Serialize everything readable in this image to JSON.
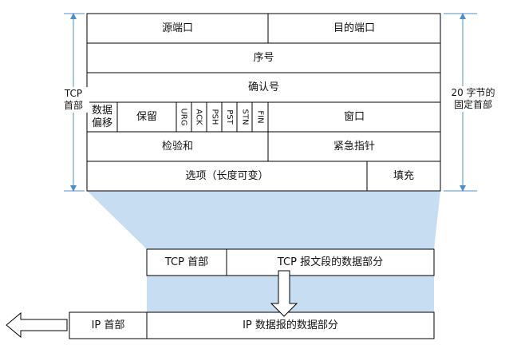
{
  "header_table": {
    "row1": {
      "source_port": "源端口",
      "dest_port": "目的端口"
    },
    "row2": {
      "sequence": "序号"
    },
    "row3": {
      "ack_number": "确认号"
    },
    "row4": {
      "data_offset_line1": "数据",
      "data_offset_line2": "偏移",
      "reserved": "保留",
      "flags": [
        "URG",
        "ACK",
        "PSH",
        "PST",
        "STN",
        "FIN"
      ],
      "window": "窗口"
    },
    "row5": {
      "checksum": "检验和",
      "urgent_pointer": "紧急指针"
    },
    "row6": {
      "options": "选项（长度可变）",
      "padding": "填充"
    }
  },
  "left_label": {
    "line1": "TCP",
    "line2": "首部"
  },
  "right_label": {
    "line1": "20 字节的",
    "line2": "固定首部"
  },
  "tcp_segment": {
    "header": "TCP 首部",
    "data": "TCP 报文段的数据部分"
  },
  "ip_datagram": {
    "header": "IP 首部",
    "data": "IP 数据报的数据部分"
  },
  "colors": {
    "highlight": "#c7ddf2",
    "stroke": "#000000",
    "arrow_blue": "#4f8fc7"
  }
}
